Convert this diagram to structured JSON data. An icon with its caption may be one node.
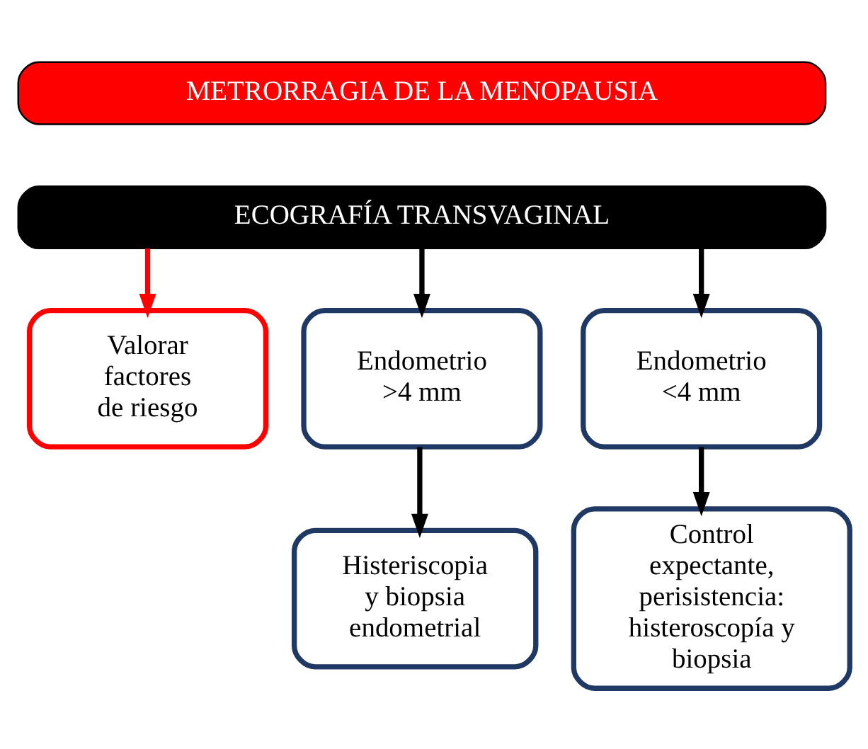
{
  "diagram": {
    "nodes": [
      {
        "text": [
          "METRORRAGIA DE LA MENOPAUSIA"
        ]
      },
      {
        "text": [
          "ECOGRAFÍA TRANSVAGINAL"
        ]
      },
      {
        "text": [
          "Valorar factores de riesgo"
        ]
      },
      {
        "text": [
          "Endometrio >4 mm"
        ]
      },
      {
        "text": [
          "Endometrio <4 mm"
        ]
      },
      {
        "text": [
          "Histeriscopia y biopsia endometrial"
        ]
      },
      {
        "text": [
          "Control expectante, perisistencia: histeroscopía y biopsia"
        ]
      }
    ],
    "edges": [
      {
        "from": 1,
        "to": 2,
        "arrow": "to",
        "color": "#ff0000"
      },
      {
        "from": 1,
        "to": 3,
        "arrow": "to"
      },
      {
        "from": 1,
        "to": 4,
        "arrow": "to"
      },
      {
        "from": 3,
        "to": 5,
        "arrow": "to"
      },
      {
        "from": 4,
        "to": 6,
        "arrow": "to"
      }
    ]
  }
}
